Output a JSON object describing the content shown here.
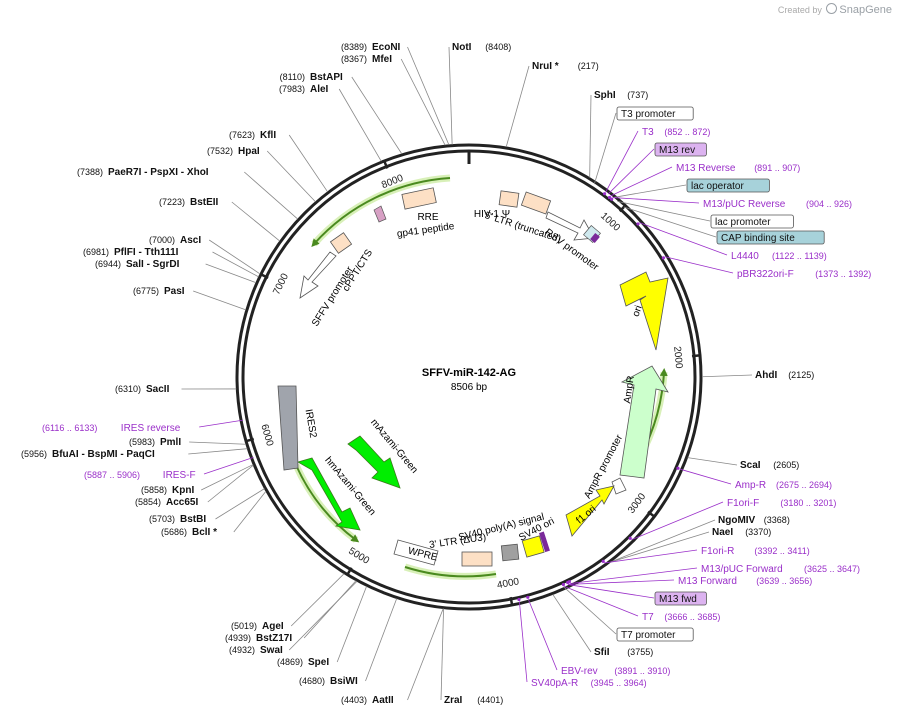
{
  "app": {
    "credit_prefix": "Created by",
    "credit_brand": "SnapGene"
  },
  "plasmid": {
    "name": "SFFV-miR-142-AG",
    "length": "8506 bp",
    "bp": 8506
  },
  "colors": {
    "backbone": "#222222",
    "site_label": "#111111",
    "primer": "#9a2fc9",
    "primer_box": "#dcb3f0",
    "feature_box": "#a7d2da",
    "accent": "#4a8a1f"
  },
  "ticks": [
    {
      "label": "1000",
      "pos": 1000
    },
    {
      "label": "2000",
      "pos": 2000
    },
    {
      "label": "3000",
      "pos": 3000
    },
    {
      "label": "4000",
      "pos": 4000
    },
    {
      "label": "5000",
      "pos": 5000
    },
    {
      "label": "6000",
      "pos": 6000
    },
    {
      "label": "7000",
      "pos": 7000
    },
    {
      "label": "8000",
      "pos": 8000
    }
  ],
  "sites": [
    {
      "name": "EcoNI",
      "pos": "(8389)",
      "p": 8389,
      "side": "left"
    },
    {
      "name": "NotI",
      "pos": "(8408)",
      "p": 8408,
      "side": "right"
    },
    {
      "name": "MfeI",
      "pos": "(8367)",
      "p": 8367,
      "side": "left"
    },
    {
      "name": "NruI *",
      "pos": "(217)",
      "p": 217,
      "side": "right"
    },
    {
      "name": "BstAPI",
      "pos": "(8110)",
      "p": 8110,
      "side": "left"
    },
    {
      "name": "AleI",
      "pos": "(7983)",
      "p": 7983,
      "side": "left"
    },
    {
      "name": "SphI",
      "pos": "(737)",
      "p": 737,
      "side": "right"
    },
    {
      "name": "KflI",
      "pos": "(7623)",
      "p": 7623,
      "side": "left"
    },
    {
      "name": "HpaI",
      "pos": "(7532)",
      "p": 7532,
      "side": "left"
    },
    {
      "name": "PaeR7I - PspXI - XhoI",
      "pos": "(7388)",
      "p": 7388,
      "side": "left"
    },
    {
      "name": "BstEII",
      "pos": "(7223)",
      "p": 7223,
      "side": "left"
    },
    {
      "name": "AscI",
      "pos": "(7000)",
      "p": 7000,
      "side": "left"
    },
    {
      "name": "PflFI - Tth111I",
      "pos": "(6981)",
      "p": 6981,
      "side": "left"
    },
    {
      "name": "SalI - SgrDI",
      "pos": "(6944)",
      "p": 6944,
      "side": "left"
    },
    {
      "name": "PasI",
      "pos": "(6775)",
      "p": 6775,
      "side": "left"
    },
    {
      "name": "SacII",
      "pos": "(6310)",
      "p": 6310,
      "side": "left"
    },
    {
      "name": "AhdI",
      "pos": "(2125)",
      "p": 2125,
      "side": "right"
    },
    {
      "name": "PmlI",
      "pos": "(5983)",
      "p": 5983,
      "side": "left"
    },
    {
      "name": "BfuAI - BspMI - PaqCI",
      "pos": "(5956)",
      "p": 5956,
      "side": "left"
    },
    {
      "name": "KpnI",
      "pos": "(5858)",
      "p": 5858,
      "side": "left"
    },
    {
      "name": "Acc65I",
      "pos": "(5854)",
      "p": 5854,
      "side": "left"
    },
    {
      "name": "BstBI",
      "pos": "(5703)",
      "p": 5703,
      "side": "left"
    },
    {
      "name": "BclI *",
      "pos": "(5686)",
      "p": 5686,
      "side": "left"
    },
    {
      "name": "ScaI",
      "pos": "(2605)",
      "p": 2605,
      "side": "right"
    },
    {
      "name": "NgoMIV",
      "pos": "(3368)",
      "p": 3368,
      "side": "right"
    },
    {
      "name": "NaeI",
      "pos": "(3370)",
      "p": 3370,
      "side": "right"
    },
    {
      "name": "AgeI",
      "pos": "(5019)",
      "p": 5019,
      "side": "left"
    },
    {
      "name": "BstZ17I",
      "pos": "(4939)",
      "p": 4939,
      "side": "left"
    },
    {
      "name": "SwaI",
      "pos": "(4932)",
      "p": 4932,
      "side": "left"
    },
    {
      "name": "SpeI",
      "pos": "(4869)",
      "p": 4869,
      "side": "left"
    },
    {
      "name": "BsiWI",
      "pos": "(4680)",
      "p": 4680,
      "side": "left"
    },
    {
      "name": "AatII",
      "pos": "(4403)",
      "p": 4403,
      "side": "left"
    },
    {
      "name": "ZraI",
      "pos": "(4401)",
      "p": 4401,
      "side": "right"
    },
    {
      "name": "SfiI",
      "pos": "(3755)",
      "p": 3755,
      "side": "right"
    }
  ],
  "right_annotations": [
    {
      "name": "T3 promoter",
      "range": "",
      "p": 780,
      "style": "box-white"
    },
    {
      "name": "T3",
      "range": "(852 .. 872)",
      "p": 862,
      "style": "primer"
    },
    {
      "name": "M13 rev",
      "range": "",
      "p": 880,
      "style": "box-primer"
    },
    {
      "name": "M13 Reverse",
      "range": "(891 .. 907)",
      "p": 899,
      "style": "primer"
    },
    {
      "name": "lac operator",
      "range": "",
      "p": 915,
      "style": "box-feature"
    },
    {
      "name": "M13/pUC Reverse",
      "range": "(904 .. 926)",
      "p": 915,
      "style": "primer"
    },
    {
      "name": "lac promoter",
      "range": "",
      "p": 950,
      "style": "box-white"
    },
    {
      "name": "CAP binding site",
      "range": "",
      "p": 1000,
      "style": "box-feature"
    },
    {
      "name": "L4440",
      "range": "(1122 .. 1139)",
      "p": 1130,
      "style": "primer"
    },
    {
      "name": "pBR322ori-F",
      "range": "(1373 .. 1392)",
      "p": 1382,
      "style": "primer"
    },
    {
      "name": "Amp-R",
      "range": "(2675 .. 2694)",
      "p": 2684,
      "style": "primer"
    },
    {
      "name": "F1ori-F",
      "range": "(3180 .. 3201)",
      "p": 3190,
      "style": "primer"
    },
    {
      "name": "F1ori-R",
      "range": "(3392 .. 3411)",
      "p": 3401,
      "style": "primer"
    },
    {
      "name": "M13/pUC Forward",
      "range": "(3625 .. 3647)",
      "p": 3636,
      "style": "primer"
    },
    {
      "name": "M13 Forward",
      "range": "(3639 .. 3656)",
      "p": 3647,
      "style": "primer"
    },
    {
      "name": "M13 fwd",
      "range": "",
      "p": 3650,
      "style": "box-primer"
    },
    {
      "name": "T7",
      "range": "(3666 .. 3685)",
      "p": 3675,
      "style": "primer"
    },
    {
      "name": "T7 promoter",
      "range": "",
      "p": 3680,
      "style": "box-white"
    },
    {
      "name": "EBV-rev",
      "range": "(3891 .. 3910)",
      "p": 3900,
      "style": "primer"
    },
    {
      "name": "SV40pA-R",
      "range": "(3945 .. 3964)",
      "p": 3954,
      "style": "primer"
    }
  ],
  "left_annotations": [
    {
      "name": "IRES reverse",
      "range": "(6116 .. 6133)",
      "p": 6124
    },
    {
      "name": "IRES-F",
      "range": "(5887 .. 5906)",
      "p": 5896
    }
  ],
  "features": [
    {
      "name": "HIV-1 Ψ",
      "type": "box",
      "color": "#fde0c5"
    },
    {
      "name": "5' LTR (truncated)",
      "type": "box",
      "color": "#fde0c5"
    },
    {
      "name": "RSV promoter",
      "type": "arrow",
      "color": "#ffffff"
    },
    {
      "name": "RRE",
      "type": "box",
      "color": "#fde0c5"
    },
    {
      "name": "gp41 peptide",
      "type": "box",
      "color": "#d7a0c4"
    },
    {
      "name": "cPPT/CTS",
      "type": "box",
      "color": "#fde0c5"
    },
    {
      "name": "SFFV promoter",
      "type": "arrow",
      "color": "#ffffff"
    },
    {
      "name": "ori",
      "type": "arrow",
      "color": "#ffff00"
    },
    {
      "name": "AmpR",
      "type": "arrow",
      "color": "#ccffcc"
    },
    {
      "name": "AmpR promoter",
      "type": "arrow",
      "color": "#ffffff"
    },
    {
      "name": "f1 ori",
      "type": "arrow",
      "color": "#ffff00"
    },
    {
      "name": "SV40 ori",
      "type": "box",
      "color": "#ffff00"
    },
    {
      "name": "SV40 poly(A) signal",
      "type": "box",
      "color": "#a0a0a0"
    },
    {
      "name": "3' LTR (ΔU3)",
      "type": "box",
      "color": "#fde0c5"
    },
    {
      "name": "WPRE",
      "type": "box",
      "color": "#ffffff"
    },
    {
      "name": "hmAzami-Green",
      "type": "arrow",
      "color": "#00ee00"
    },
    {
      "name": "mAzami-Green",
      "type": "arrow",
      "color": "#00ee00"
    },
    {
      "name": "IRES2",
      "type": "box",
      "color": "#a0a4ac"
    }
  ]
}
